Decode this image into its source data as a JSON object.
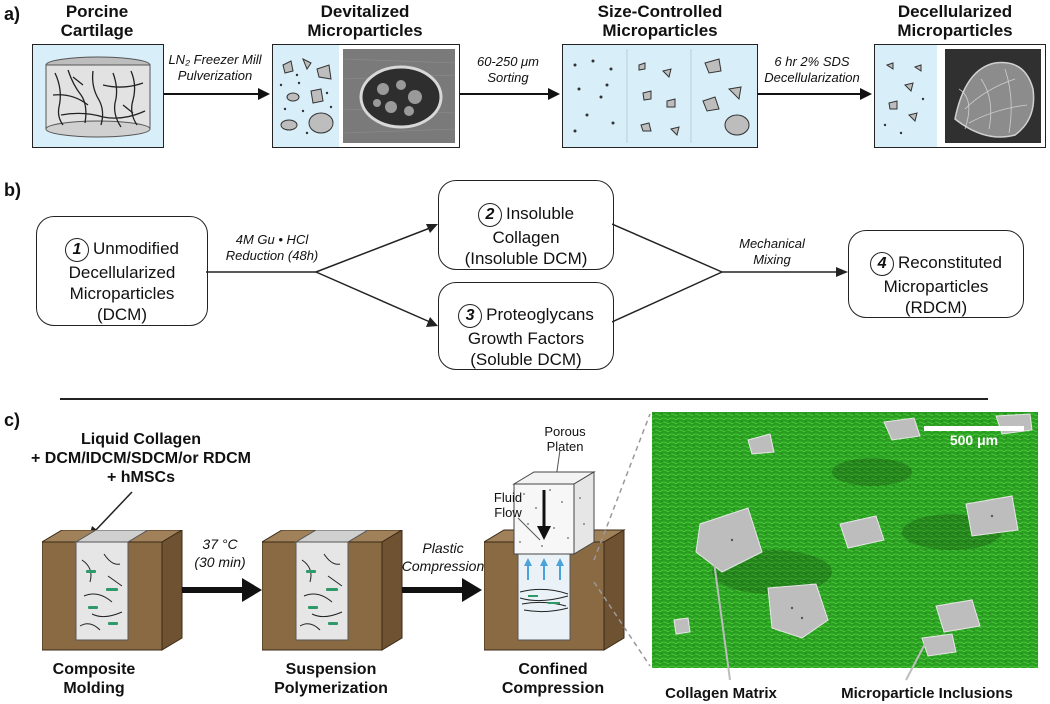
{
  "panel_a": {
    "label": "a)",
    "stages": {
      "porcine": "Porcine\nCartilage",
      "devitalized": "Devitalized\nMicroparticles",
      "size_controlled": "Size-Controlled\nMicroparticles",
      "decellularized": "Decellularized\nMicroparticles"
    },
    "arrows": {
      "pulverization_line1": "LN₂ Freezer Mill",
      "pulverization_line2": "Pulverization",
      "sorting_line1": "60-250 μm",
      "sorting_line2": "Sorting",
      "decell_line1": "6 hr 2% SDS",
      "decell_line2": "Decellularization"
    }
  },
  "panel_b": {
    "label": "b)",
    "box1": {
      "num": "1",
      "text": "Unmodified\nDecellularized\nMicroparticles\n(DCM)"
    },
    "box2": {
      "num": "2",
      "text": "Insoluble\nCollagen\n(Insoluble DCM)"
    },
    "box3": {
      "num": "3",
      "text": "Proteoglycans\nGrowth Factors\n(Soluble DCM)"
    },
    "box4": {
      "num": "4",
      "text": "Reconstituted\nMicroparticles\n(RDCM)"
    },
    "reduction_line1": "4M Gu • HCl",
    "reduction_line2": "Reduction (48h)",
    "mixing_line1": "Mechanical",
    "mixing_line2": "Mixing"
  },
  "panel_c": {
    "label": "c)",
    "liquid_title": "Liquid Collagen\n+ DCM/IDCM/SDCM/or RDCM\n+ hMSCs",
    "temp_line1": "37 °C",
    "temp_line2": "(30 min)",
    "plastic_line1": "Plastic",
    "plastic_line2": "Compression",
    "porous_platen": "Porous\nPlaten",
    "fluid_flow": "Fluid\nFlow",
    "composite_molding": "Composite\nMolding",
    "suspension_polymerization": "Suspension\nPolymerization",
    "confined_compression": "Confined\nCompression",
    "scale_bar": "500 μm",
    "collagen_matrix": "Collagen Matrix",
    "microparticle_inclusions": "Microparticle Inclusions"
  },
  "colors": {
    "light_blue": "#d8eef8",
    "mold_brown": "#8a6a43",
    "collagen_green": "#2fae1f",
    "particle_grey": "#b8b8b8"
  }
}
